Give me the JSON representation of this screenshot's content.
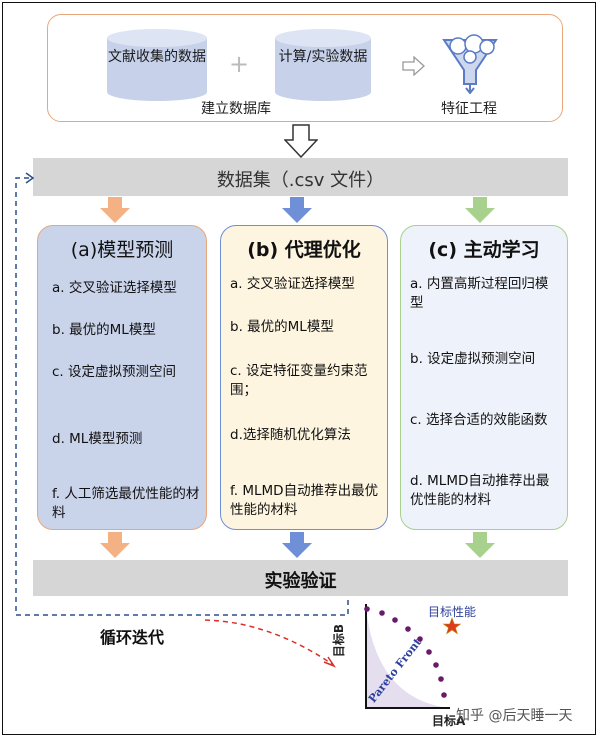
{
  "top": {
    "source1": "文献收集的数据",
    "source2": "计算/实验数据",
    "plus": "+",
    "db_label": "建立数据库",
    "feature_label": "特征工程"
  },
  "dataset_bar": "数据集（.csv 文件）",
  "columns": [
    {
      "title": "(a)模型预测",
      "items": [
        "a. 交叉验证选择模型",
        "b. 最优的ML模型",
        "c. 设定虚拟预测空间",
        "d. ML模型预测",
        "f. 人工筛选最优性能的材料"
      ]
    },
    {
      "title": "(b) 代理优化",
      "items": [
        "a. 交叉验证选择模型",
        "b. 最优的ML模型",
        "c. 设定特征变量约束范围；",
        "d.选择随机优化算法",
        "f. MLMD自动推荐出最优性能的材料"
      ]
    },
    {
      "title": "(c) 主动学习",
      "items": [
        "a. 内置高斯过程回归模型",
        "b. 设定虚拟预测空间",
        "c. 选择合适的效能函数",
        "d. MLMD自动推荐出最优性能的材料"
      ]
    }
  ],
  "validation_bar": "实验验证",
  "loop_label": "循环迭代",
  "pareto": {
    "target_label": "目标性能",
    "front_label": "Pareto Front",
    "y_axis": "目标B",
    "x_axis": "目标A"
  },
  "watermark": "知乎 @后天睡一天",
  "colors": {
    "orange": "#f4b183",
    "blue": "#6f8fd6",
    "green": "#a9d18e",
    "purple_dot": "#6a1a6a",
    "star": "#e03a1e"
  }
}
